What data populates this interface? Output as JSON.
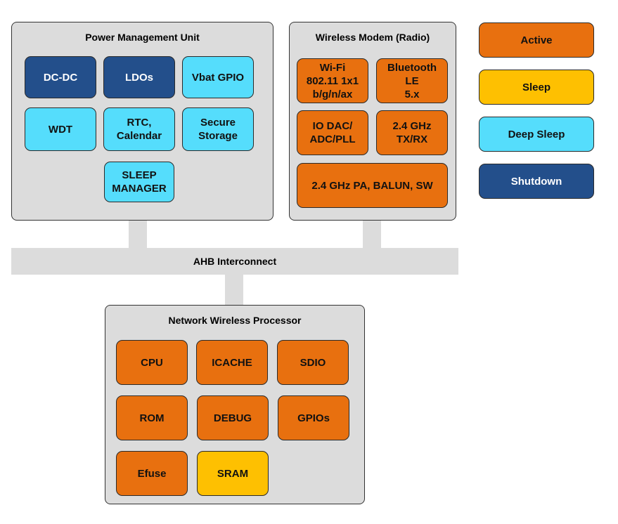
{
  "power_management_unit": {
    "title": "Power Management Unit",
    "blocks": [
      {
        "label": "DC-DC",
        "state": "shutdown"
      },
      {
        "label": "LDOs",
        "state": "shutdown"
      },
      {
        "label": "Vbat GPIO",
        "state": "deep_sleep"
      },
      {
        "label": "WDT",
        "state": "deep_sleep"
      },
      {
        "label": "RTC,\nCalendar",
        "state": "deep_sleep"
      },
      {
        "label": "Secure\nStorage",
        "state": "deep_sleep"
      },
      {
        "label": "SLEEP\nMANAGER",
        "state": "deep_sleep"
      }
    ]
  },
  "wireless_modem": {
    "title": "Wireless Modem (Radio)",
    "blocks": [
      {
        "label": "Wi-Fi\n802.11 1x1\nb/g/n/ax",
        "state": "active"
      },
      {
        "label": "Bluetooth\nLE\n5.x",
        "state": "active"
      },
      {
        "label": "IO DAC/\nADC/PLL",
        "state": "active"
      },
      {
        "label": "2.4 GHz\nTX/RX",
        "state": "active"
      },
      {
        "label": "2.4 GHz PA, BALUN, SW",
        "state": "active"
      }
    ]
  },
  "legend": [
    {
      "label": "Active",
      "state": "active",
      "color": "#e8700f"
    },
    {
      "label": "Sleep",
      "state": "sleep",
      "color": "#fec001"
    },
    {
      "label": "Deep Sleep",
      "state": "deep_sleep",
      "color": "#55ddfc"
    },
    {
      "label": "Shutdown",
      "state": "shutdown",
      "color": "#234f8b"
    }
  ],
  "bus": {
    "label": "AHB Interconnect"
  },
  "network_wireless_processor": {
    "title": "Network Wireless Processor",
    "blocks": [
      {
        "label": "CPU",
        "state": "active"
      },
      {
        "label": "ICACHE",
        "state": "active"
      },
      {
        "label": "SDIO",
        "state": "active"
      },
      {
        "label": "ROM",
        "state": "active"
      },
      {
        "label": "DEBUG",
        "state": "active"
      },
      {
        "label": "GPIOs",
        "state": "active"
      },
      {
        "label": "Efuse",
        "state": "active"
      },
      {
        "label": "SRAM",
        "state": "sleep"
      }
    ]
  }
}
